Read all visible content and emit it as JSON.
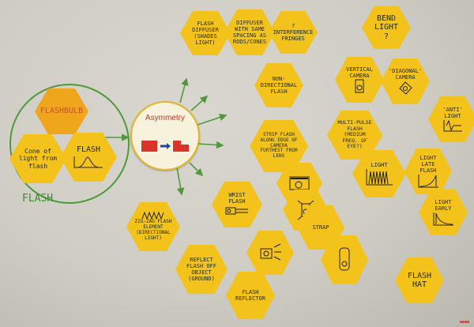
{
  "center": {
    "title": "Asymmetry",
    "fine_print": ""
  },
  "cluster": {
    "label": "FLASH",
    "flashbulb": "Flashbulb",
    "cone": "Cone of light from flash",
    "flash_graph": "FLASH"
  },
  "hexes": {
    "flash_diffuser": "FLASH DIFFUSER (SHADES LIGHT)",
    "diffuser_spacing": "DIFFUSER WITH SAME SPACING AS RODS/CONES",
    "interference": "? INTERFERENCE FRINGES",
    "bend_light": "BEND LIGHT ?",
    "non_directional": "NON-DIRECTIONAL FLASH",
    "vertical_camera": "VERTICAL CAMERA",
    "diagonal_camera": "'DIAGONAL' CAMERA",
    "anti_light": "'ANTI' LIGHT",
    "strip_flash": "STRIP FLASH ALONG EDGE OF CAMERA FURTHEST FROM LENS",
    "multi_pulse": "MULTI-PULSE FLASH (MEDIUM FREQ. OF EYE?)",
    "light_pulses": "LIGHT",
    "late_flash": "LIGHT  LATE FLASH",
    "early_flash": "LIGHT  EARLY",
    "wrist_flash": "WRIST FLASH",
    "strap": "STRAP",
    "zigzag": "ZIG-ZAG FLASH ELEMENT (DIRECTIONAL LIGHT)",
    "reflect_flash": "REFLECT FLASH OFF OBJECT (GROUND)",
    "flash_reflector": "FLASH REFLECTOR",
    "flash_hat": "FLASH HAT"
  },
  "colors": {
    "hex_yellow": "#f3c21b",
    "hex_orange": "#f0a61c",
    "green": "#4e9a3a",
    "red": "#c9362e"
  }
}
